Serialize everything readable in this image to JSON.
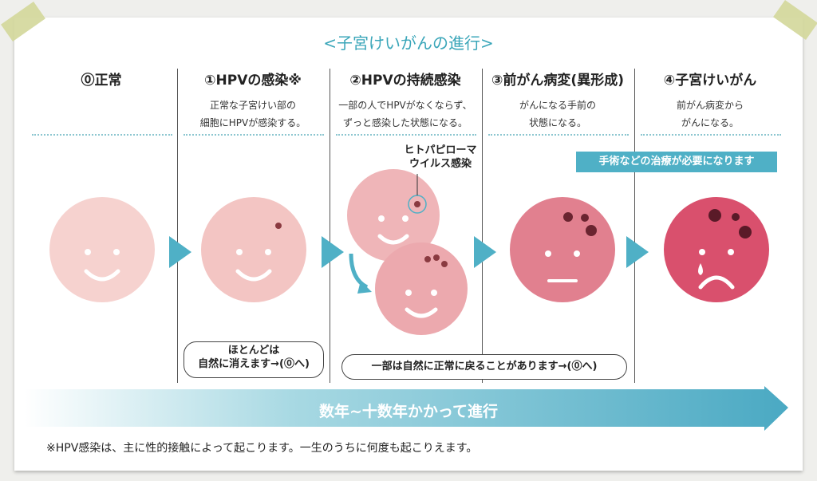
{
  "title": "<子宮けいがんの進行>",
  "stages": [
    {
      "heading": "⓪正常",
      "desc": []
    },
    {
      "heading": "①HPVの感染※",
      "desc": [
        "正常な子宮けい部の",
        "細胞にHPVが感染する。"
      ]
    },
    {
      "heading": "②HPVの持続感染",
      "desc": [
        "一部の人でHPVがなくならず、",
        "ずっと感染した状態になる。"
      ]
    },
    {
      "heading": "③前がん病変(異形成)",
      "desc": [
        "がんになる手前の",
        "状態になる。"
      ]
    },
    {
      "heading": "④子宮けいがん",
      "desc": [
        "前がん病変から",
        "がんになる。"
      ]
    }
  ],
  "virus_label": [
    "ヒトパピローマ",
    "ウイルス感染"
  ],
  "treatment_badge": "手術などの治療が必要になります",
  "note_most": [
    "ほとんどは",
    "自然に消えます→(⓪へ)"
  ],
  "note_some": "一部は自然に正常に戻ることがあります→(⓪へ)",
  "progress_banner": "数年~十数年かかって進行",
  "footnote": "※HPV感染は、主に性的接触によって起こります。一生のうちに何度も起こりえます。",
  "colors": {
    "accent": "#3aa6b9",
    "face_normal": "#f6d2cf",
    "face_cancer": "#d9506d"
  }
}
